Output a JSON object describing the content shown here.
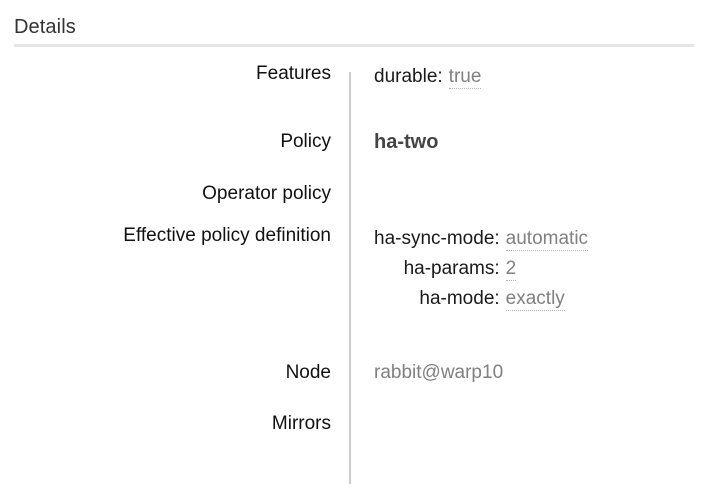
{
  "panel": {
    "title": "Details",
    "accent_rule_color": "#e6e6e6",
    "divider_color": "#cccccc",
    "label_color": "#111111",
    "value_color": "#808080",
    "policy_color": "#444444"
  },
  "rows": [
    {
      "label": "Features",
      "kind": "kv-list",
      "pairs": [
        {
          "key": "durable:",
          "value": "true",
          "dotted": true
        }
      ]
    },
    {
      "label": "Policy",
      "kind": "policy",
      "policy": "ha-two"
    },
    {
      "label": "Operator policy",
      "kind": "empty",
      "value": ""
    },
    {
      "label": "Effective policy definition",
      "kind": "kv-list",
      "pairs": [
        {
          "key": "ha-sync-mode:",
          "value": "automatic",
          "dotted": true
        },
        {
          "key": "ha-params:",
          "value": "2",
          "dotted": true
        },
        {
          "key": "ha-mode:",
          "value": "exactly",
          "dotted": true
        }
      ]
    },
    {
      "label": "Node",
      "kind": "plain",
      "value": "rabbit@warp10"
    },
    {
      "label": "Mirrors",
      "kind": "empty",
      "value": ""
    }
  ],
  "labels": {
    "features": "Features",
    "policy": "Policy",
    "operator_policy": "Operator policy",
    "effective_policy_definition": "Effective policy definition",
    "node": "Node",
    "mirrors": "Mirrors"
  },
  "values": {
    "features_key_durable": "durable:",
    "features_val_durable": "true",
    "policy_name": "ha-two",
    "operator_policy_value": "",
    "epd_key_sync_mode": "ha-sync-mode:",
    "epd_val_sync_mode": "automatic",
    "epd_key_params": "ha-params:",
    "epd_val_params": "2",
    "epd_key_mode": "ha-mode:",
    "epd_val_mode": "exactly",
    "node_value": "rabbit@warp10",
    "mirrors_value": ""
  }
}
